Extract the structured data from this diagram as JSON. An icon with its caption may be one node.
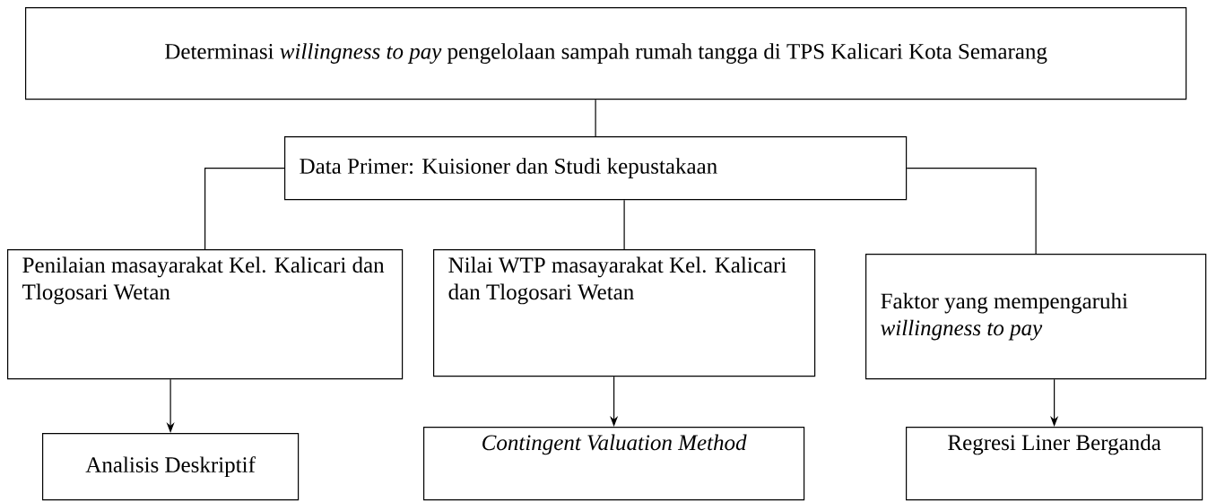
{
  "diagram": {
    "nodes": [
      {
        "text": [
          "Determinasi *willingness to pay* pengelolaan sampah rumah tangga di TPS Kalicari Kota Semarang"
        ]
      },
      {
        "text": [
          "Data Primer: Kuisioner dan Studi kepustakaan"
        ]
      },
      {
        "text": [
          "Penilaian masayarakat Kel. Kalicari dan Tlogosari Wetan"
        ]
      },
      {
        "text": [
          "Nilai WTP masayarakat Kel. Kalicari dan Tlogosari Wetan"
        ]
      },
      {
        "text": [
          "Faktor yang mempengaruhi *willingness to pay*"
        ]
      },
      {
        "text": [
          "Analisis Deskriptif"
        ]
      },
      {
        "text": [
          "Contingent Valuation Method"
        ]
      },
      {
        "text": [
          "Regresi Liner Berganda"
        ]
      }
    ],
    "edges": [
      {
        "from": 0,
        "to": 1,
        "arrow": "none"
      },
      {
        "from": 1,
        "to": 2,
        "arrow": "none"
      },
      {
        "from": 1,
        "to": 3,
        "arrow": "none"
      },
      {
        "from": 1,
        "to": 4,
        "arrow": "none"
      },
      {
        "from": 2,
        "to": 5,
        "arrow": "to"
      },
      {
        "from": 3,
        "to": 6,
        "arrow": "to"
      },
      {
        "from": 4,
        "to": 7,
        "arrow": "to"
      }
    ]
  }
}
